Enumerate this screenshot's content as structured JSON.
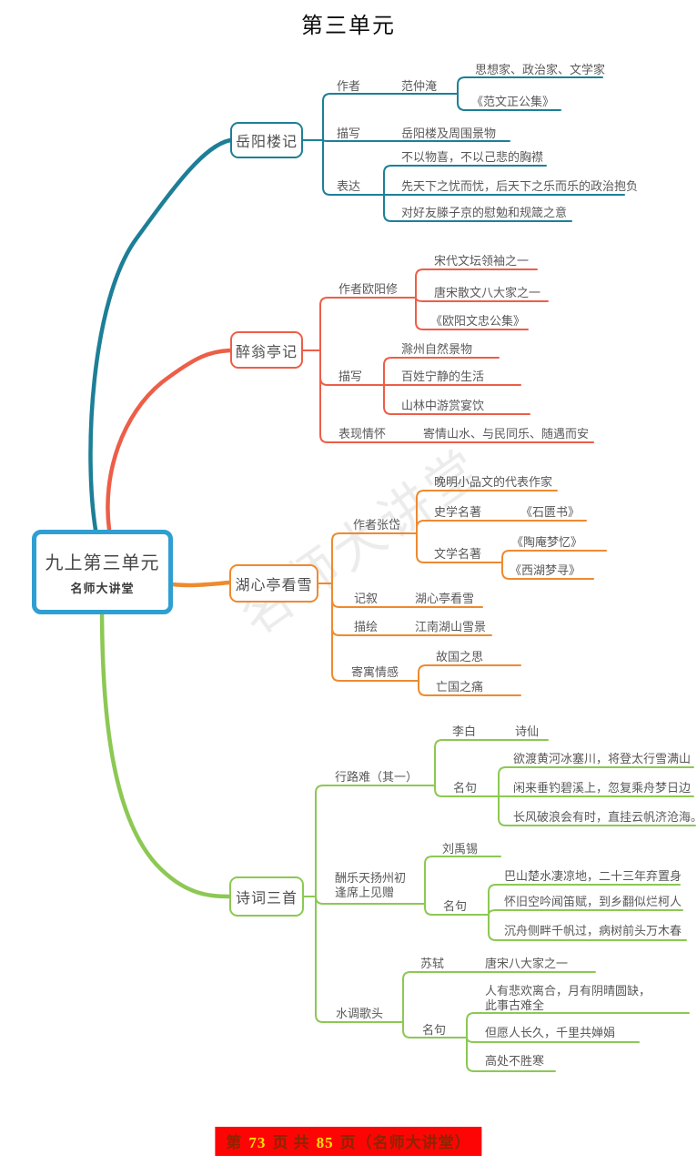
{
  "page": {
    "title": "第三单元",
    "watermark": "名师大讲堂",
    "footer": {
      "prefix": "第",
      "page_num": "73",
      "mid": "页 共",
      "total_num": "85",
      "suffix": "页（名师大讲堂）"
    }
  },
  "colors": {
    "teal": "#1d7f97",
    "red": "#ed5e48",
    "orange": "#ee8a2f",
    "green": "#8cc853",
    "blue": "#2f9fd2",
    "text": "#595959",
    "nodetext": "#4f4f4f",
    "footerbg": "#fe0505",
    "footernum": "#ffe300",
    "footertext": "#8a2600"
  },
  "central": {
    "title": "九上第三单元",
    "subtitle": "名师大讲堂"
  },
  "branches": [
    {
      "name": "岳阳楼记",
      "rows": [
        {
          "label": "作者",
          "value": "范仲淹",
          "children": [
            {
              "label": "思想家、政治家、文学家"
            },
            {
              "label": "《范文正公集》"
            }
          ]
        },
        {
          "label": "描写",
          "value": "岳阳楼及周围景物"
        },
        {
          "label": "表达",
          "children": [
            {
              "label": "不以物喜，不以己悲的胸襟"
            },
            {
              "label": "先天下之忧而忧，后天下之乐而乐的政治抱负"
            },
            {
              "label": "对好友滕子京的慰勉和规箴之意"
            }
          ]
        }
      ]
    },
    {
      "name": "醉翁亭记",
      "rows": [
        {
          "label": "作者欧阳修",
          "children": [
            {
              "label": "宋代文坛领袖之一"
            },
            {
              "label": "唐宋散文八大家之一"
            },
            {
              "label": "《欧阳文忠公集》"
            }
          ]
        },
        {
          "label": "描写",
          "children": [
            {
              "label": "滁州自然景物"
            },
            {
              "label": "百姓宁静的生活"
            },
            {
              "label": "山林中游赏宴饮"
            }
          ]
        },
        {
          "label": "表现情怀",
          "value": "寄情山水、与民同乐、随遇而安"
        }
      ]
    },
    {
      "name": "湖心亭看雪",
      "rows": [
        {
          "label": "作者张岱",
          "children": [
            {
              "label": "晚明小品文的代表作家"
            },
            {
              "label": "史学名著",
              "value": "《石匮书》"
            },
            {
              "label": "文学名著",
              "children": [
                {
                  "label": "《陶庵梦忆》"
                },
                {
                  "label": "《西湖梦寻》"
                }
              ]
            }
          ]
        },
        {
          "label": "记叙",
          "value": "湖心亭看雪"
        },
        {
          "label": "描绘",
          "value": "江南湖山雪景"
        },
        {
          "label": "寄寓情感",
          "children": [
            {
              "label": "故国之思"
            },
            {
              "label": "亡国之痛"
            }
          ]
        }
      ]
    },
    {
      "name": "诗词三首",
      "rows": [
        {
          "label": "行路难（其一）",
          "children": [
            {
              "label": "李白",
              "value": "诗仙"
            },
            {
              "label": "名句",
              "children": [
                {
                  "label": "欲渡黄河冰塞川，将登太行雪满山"
                },
                {
                  "label": "闲来垂钓碧溪上，忽复乘舟梦日边"
                },
                {
                  "label": "长风破浪会有时，直挂云帆济沧海。"
                }
              ]
            }
          ]
        },
        {
          "label": "酬乐天扬州初逢席上见赠",
          "children": [
            {
              "label": "刘禹锡"
            },
            {
              "label": "名句",
              "children": [
                {
                  "label": "巴山楚水凄凉地，二十三年弃置身"
                },
                {
                  "label": "怀旧空吟闻笛赋，到乡翻似烂柯人"
                },
                {
                  "label": "沉舟侧畔千帆过，病树前头万木春"
                }
              ]
            }
          ]
        },
        {
          "label": "水调歌头",
          "children": [
            {
              "label": "苏轼",
              "value": "唐宋八大家之一"
            },
            {
              "label": "名句",
              "children": [
                {
                  "label": "人有悲欢离合，月有阴晴圆缺，\n此事古难全"
                },
                {
                  "label": "但愿人长久，千里共婵娟"
                },
                {
                  "label": "高处不胜寒"
                }
              ]
            }
          ]
        }
      ]
    }
  ]
}
